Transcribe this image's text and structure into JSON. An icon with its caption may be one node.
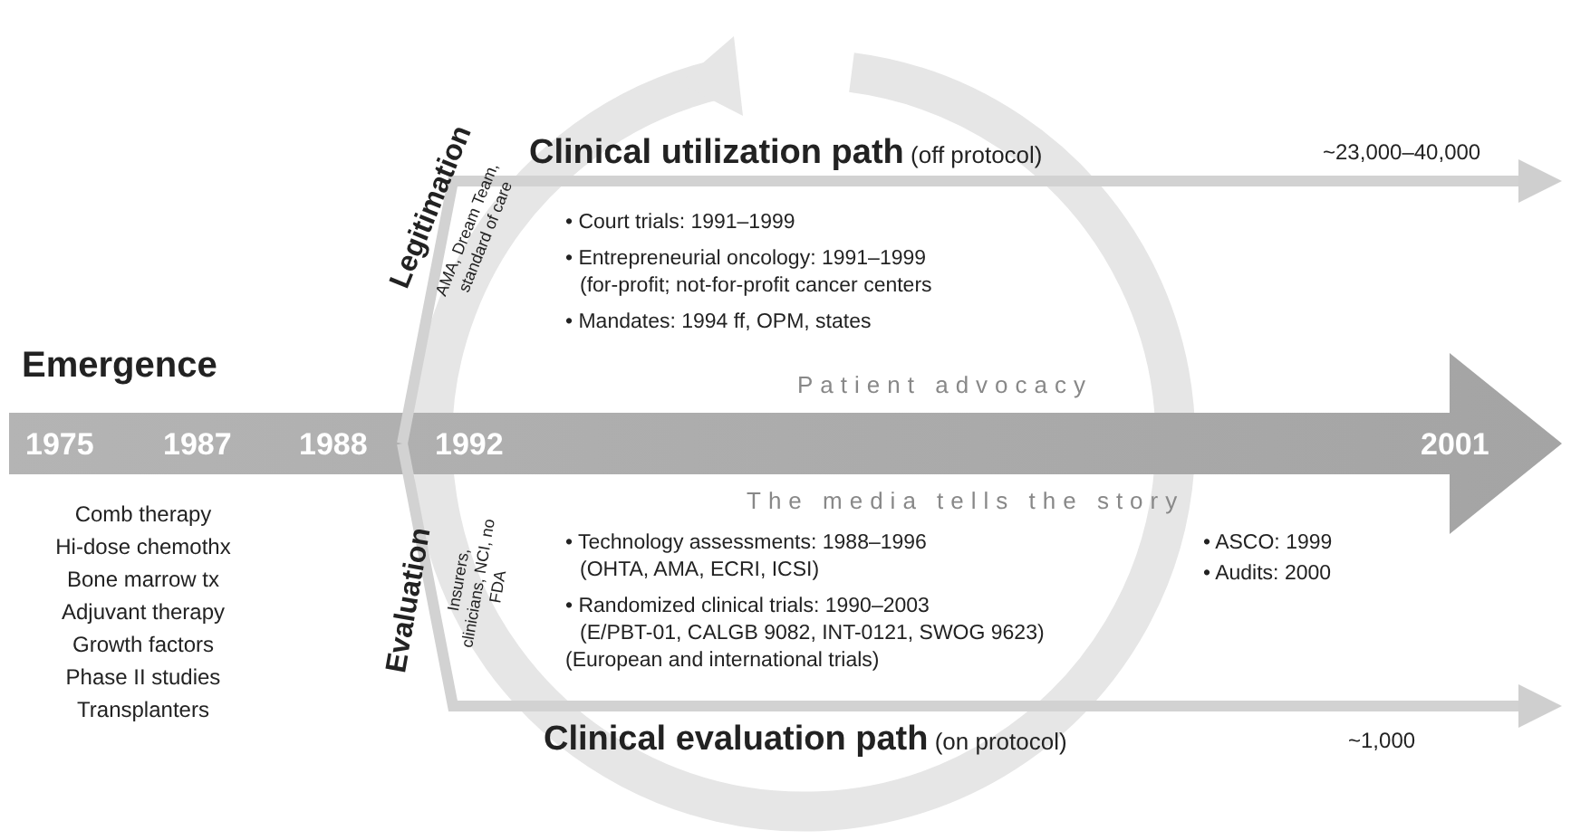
{
  "diagram": {
    "labels": [
      "Emergence",
      "Legitimation",
      "AMA, Dream Team, standard of care",
      "**Clinical utilization path** (off protocol)",
      "~23,000–40,000",
      "• Court trials: 1991–1999",
      "• Entrepreneurial oncology: 1991–1999",
      "(for-profit; not-for-profit cancer centers",
      "• Mandates: 1994 ff, OPM, states",
      "Patient advocacy",
      "1975",
      "1987",
      "1988",
      "1992",
      "2001",
      "Comb therapy",
      "Hi-dose chemothx",
      "Bone marrow tx",
      "Adjuvant therapy",
      "Growth factors",
      "Phase II studies",
      "Transplanters",
      "Evaluation",
      "Insurers, clinicians, NCI, no FDA",
      "The media tells the story",
      "• Technology assessments: 1988–1996",
      "(OHTA, AMA, ECRI, ICSI)",
      "• Randomized clinical trials: 1990–2003",
      "(E/PBT-01, CALGB 9082, INT-0121, SWOG 9623)",
      "(European and international trials)",
      "• ASCO: 1999",
      "• Audits: 2000",
      "**Clinical evaluation path** (on protocol)",
      "~1,000"
    ]
  }
}
